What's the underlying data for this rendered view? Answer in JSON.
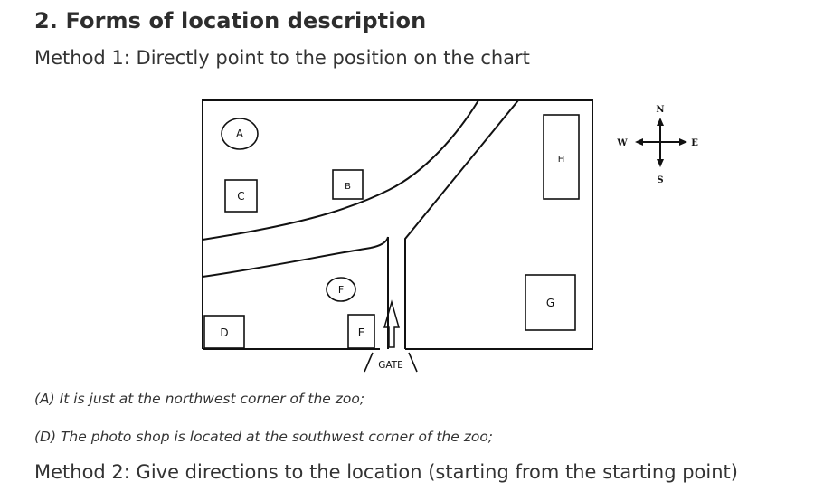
{
  "section_title": "2. Forms of location description",
  "method1": "Method 1: Directly point to the position on the chart",
  "map": {
    "places": {
      "A": "A",
      "B": "B",
      "C": "C",
      "D": "D",
      "E": "E",
      "F": "F",
      "G": "G",
      "H": "H"
    },
    "gate_label": "GATE",
    "compass": {
      "north": "N",
      "south": "S",
      "east": "E",
      "west": "W"
    }
  },
  "note_a": "(A) It is just at the northwest corner of the zoo;",
  "note_d": "(D) The photo shop is located at the southwest corner of the zoo;",
  "method2": "Method 2: Give directions to the location (starting from the starting point)"
}
